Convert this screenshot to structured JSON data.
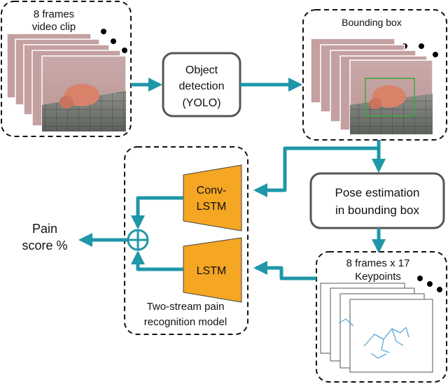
{
  "input_clip": {
    "label_line1": "8 frames",
    "label_line2": "video clip"
  },
  "object_detection": {
    "line1": "Object",
    "line2": "detection",
    "line3": "(YOLO)"
  },
  "bbox_stage": {
    "label": "Bounding box"
  },
  "pose_estimation": {
    "line1": "Pose estimation",
    "line2": "in bounding box"
  },
  "keypoints": {
    "line1": "8 frames x 17",
    "line2": "Keypoints"
  },
  "model": {
    "convlstm_line1": "Conv-",
    "convlstm_line2": "LSTM",
    "lstm_label": "LSTM",
    "caption_line1": "Two-stream pain",
    "caption_line2": "recognition model"
  },
  "output": {
    "line1": "Pain",
    "line2": "score %"
  },
  "colors": {
    "arrow": "#1f97a8",
    "block": "#f5a623",
    "dashed_border": "#111111",
    "bbox": "#3aaa35"
  }
}
